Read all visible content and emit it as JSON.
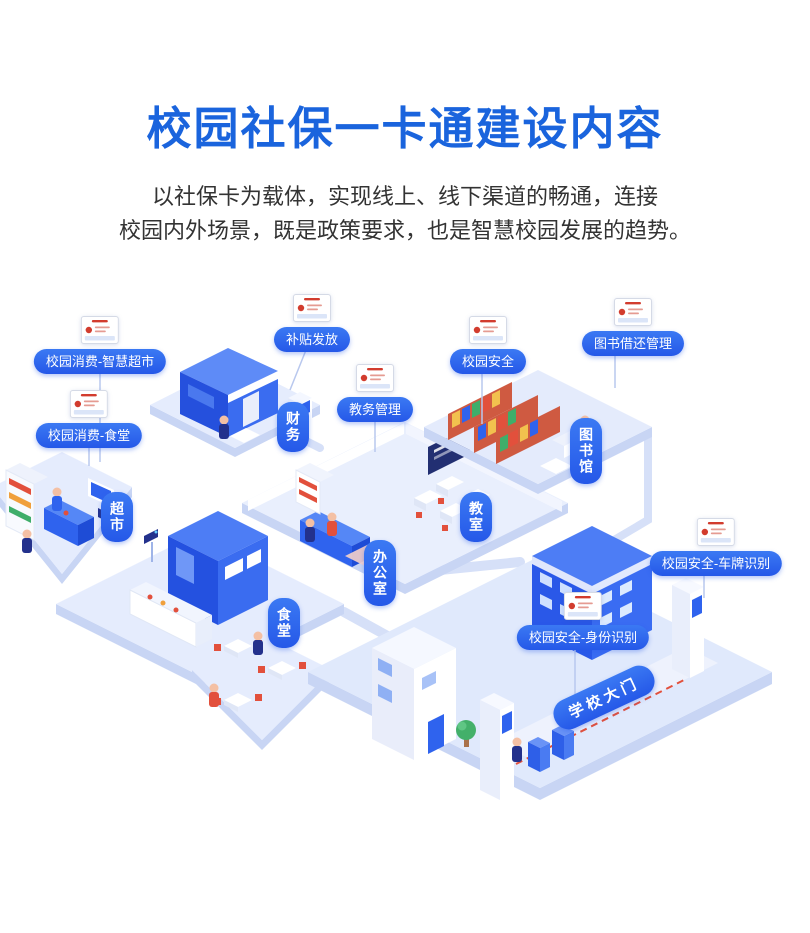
{
  "page": {
    "title": "校园社保一卡通建设内容",
    "subtitle_line1": "以社保卡为载体，实现线上、线下渠道的畅通，连接",
    "subtitle_line2": "校园内外场景，既是政策要求，也是智慧校园发展的趋势。"
  },
  "colors": {
    "title_blue": "#1a64dd",
    "label_blue": "#2f6cf0",
    "accent_red": "#e2503c",
    "scene_light_blue": "#e5ecfd"
  },
  "callouts": [
    {
      "id": "campus-consume-supermarket",
      "label": "校园消费-智慧超市",
      "icon": "social-security-card-icon"
    },
    {
      "id": "campus-consume-canteen",
      "label": "校园消费-食堂",
      "icon": "social-security-card-icon"
    },
    {
      "id": "subsidy-distribution",
      "label": "补贴发放",
      "icon": "social-security-card-icon"
    },
    {
      "id": "academic-affairs",
      "label": "教务管理",
      "icon": "social-security-card-icon"
    },
    {
      "id": "campus-security",
      "label": "校园安全",
      "icon": "social-security-card-icon"
    },
    {
      "id": "library-borrow-return",
      "label": "图书借还管理",
      "icon": "social-security-card-icon"
    },
    {
      "id": "security-plate-recognition",
      "label": "校园安全-车牌识别",
      "icon": "social-security-card-icon"
    },
    {
      "id": "security-identity-recognition",
      "label": "校园安全-身份识别",
      "icon": "social-security-card-icon"
    }
  ],
  "locations": [
    {
      "id": "finance",
      "label": "财务"
    },
    {
      "id": "supermarket",
      "label": "超市"
    },
    {
      "id": "office",
      "label": "办公室"
    },
    {
      "id": "classroom",
      "label": "教室"
    },
    {
      "id": "library",
      "label": "图书馆"
    },
    {
      "id": "canteen",
      "label": "食堂"
    },
    {
      "id": "school-gate",
      "label": "学校大门"
    }
  ]
}
